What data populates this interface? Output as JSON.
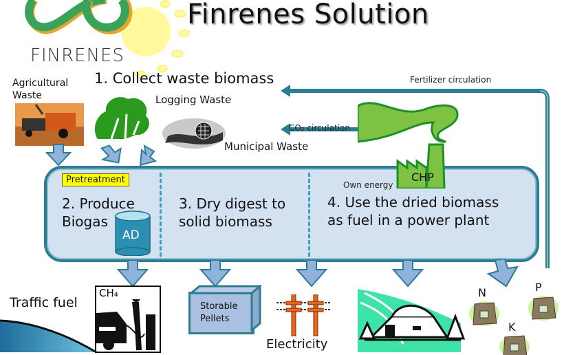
{
  "slide": {
    "title": "Finrenes Solution",
    "logo_text": "FINRENES"
  },
  "collect": {
    "step_label": "1. Collect waste biomass",
    "sources": [
      {
        "label_line1": "Agricultural",
        "label_line2": "Waste"
      },
      {
        "label": "Logging Waste"
      },
      {
        "label": "Municipal Waste"
      }
    ]
  },
  "circulation": {
    "fertilizer": "Fertilizer circulation",
    "co2": "CO₂ circulation",
    "own_energy": "Own energy"
  },
  "process": {
    "pretreatment": "Pretreatment",
    "step2_line1": "2. Produce",
    "step2_line2": "Biogas",
    "ad_label": "AD",
    "step3_line1": "3. Dry digest to",
    "step3_line2": "solid biomass",
    "step4_line1": "4. Use the dried biomass",
    "step4_line2": "as fuel in a power plant",
    "chp_label": "CHP"
  },
  "outputs": {
    "traffic_fuel": "Traffic fuel",
    "ch4": "CH₄",
    "pellets_line1": "Storable",
    "pellets_line2": "Pellets",
    "electricity": "Electricity",
    "fertilizers": [
      "N",
      "P",
      "K"
    ]
  },
  "colors": {
    "teal": "#2e7c93",
    "box_fill": "#d4e1f1",
    "green": "#7dc242",
    "yellow": "#ffff00",
    "orange": "#e8651e"
  }
}
